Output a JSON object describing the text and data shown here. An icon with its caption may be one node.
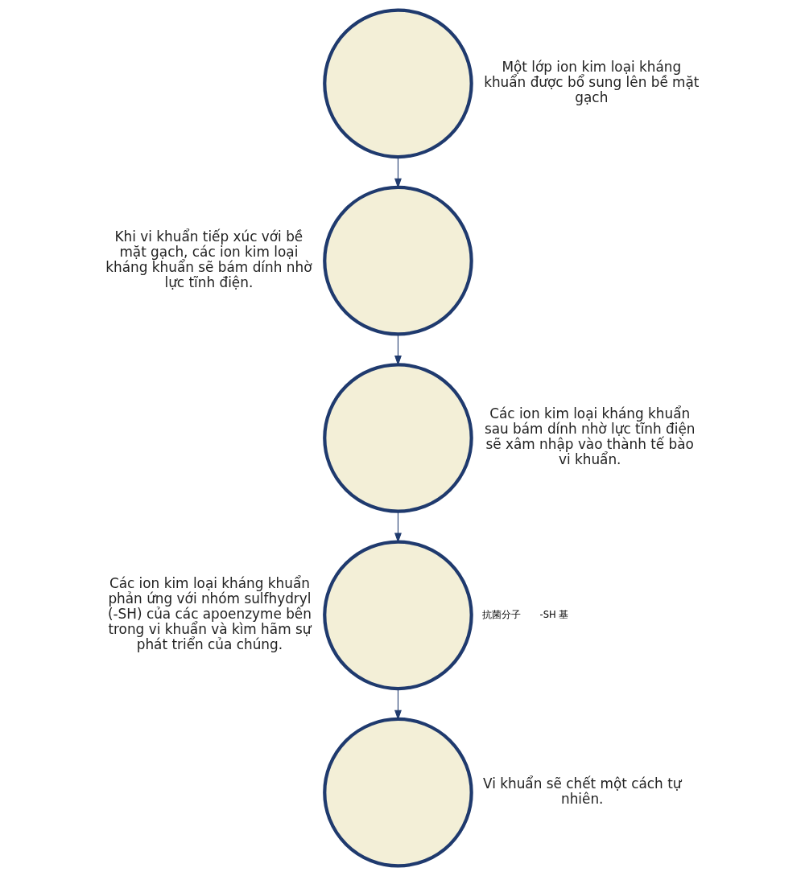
{
  "diagram": {
    "nodes": [
      {
        "text": [],
        "shape": "circle",
        "beside": [
          "Một lớp ion kim loại kháng khuẩn được bổ sung lên bề mặt gạch"
        ]
      },
      {
        "text": [],
        "shape": "circle",
        "beside": [
          "Khi vi khuẩn tiếp xúc với bề mặt gạch, các ion kim loại kháng khuẩn sẽ bám dính nhờ lực tĩnh điện."
        ]
      },
      {
        "text": [],
        "shape": "circle",
        "beside": [
          "Các ion kim loại kháng khuẩn sau bám dính nhờ lực tĩnh điện sẽ xâm nhập vào thành tế bào vi khuẩn."
        ]
      },
      {
        "text": [],
        "shape": "circle",
        "beside": [
          "Các ion kim loại kháng khuẩn phản ứng với nhóm sulfhydryl (-SH) của các apoenzyme bên trong vi khuẩn và kìm hãm sự phát triển của chúng."
        ]
      },
      {
        "text": [],
        "shape": "circle",
        "beside": [
          "Vi khuẩn sẽ chết một cách tự nhiên."
        ]
      }
    ],
    "edges": [
      {
        "from": 0,
        "to": 1,
        "arrow": "to"
      },
      {
        "from": 1,
        "to": 2,
        "arrow": "to"
      },
      {
        "from": 2,
        "to": 3,
        "arrow": "to"
      },
      {
        "from": 3,
        "to": 4,
        "arrow": "to"
      }
    ],
    "labels": [
      "抗菌分子",
      "-SH 基"
    ]
  }
}
